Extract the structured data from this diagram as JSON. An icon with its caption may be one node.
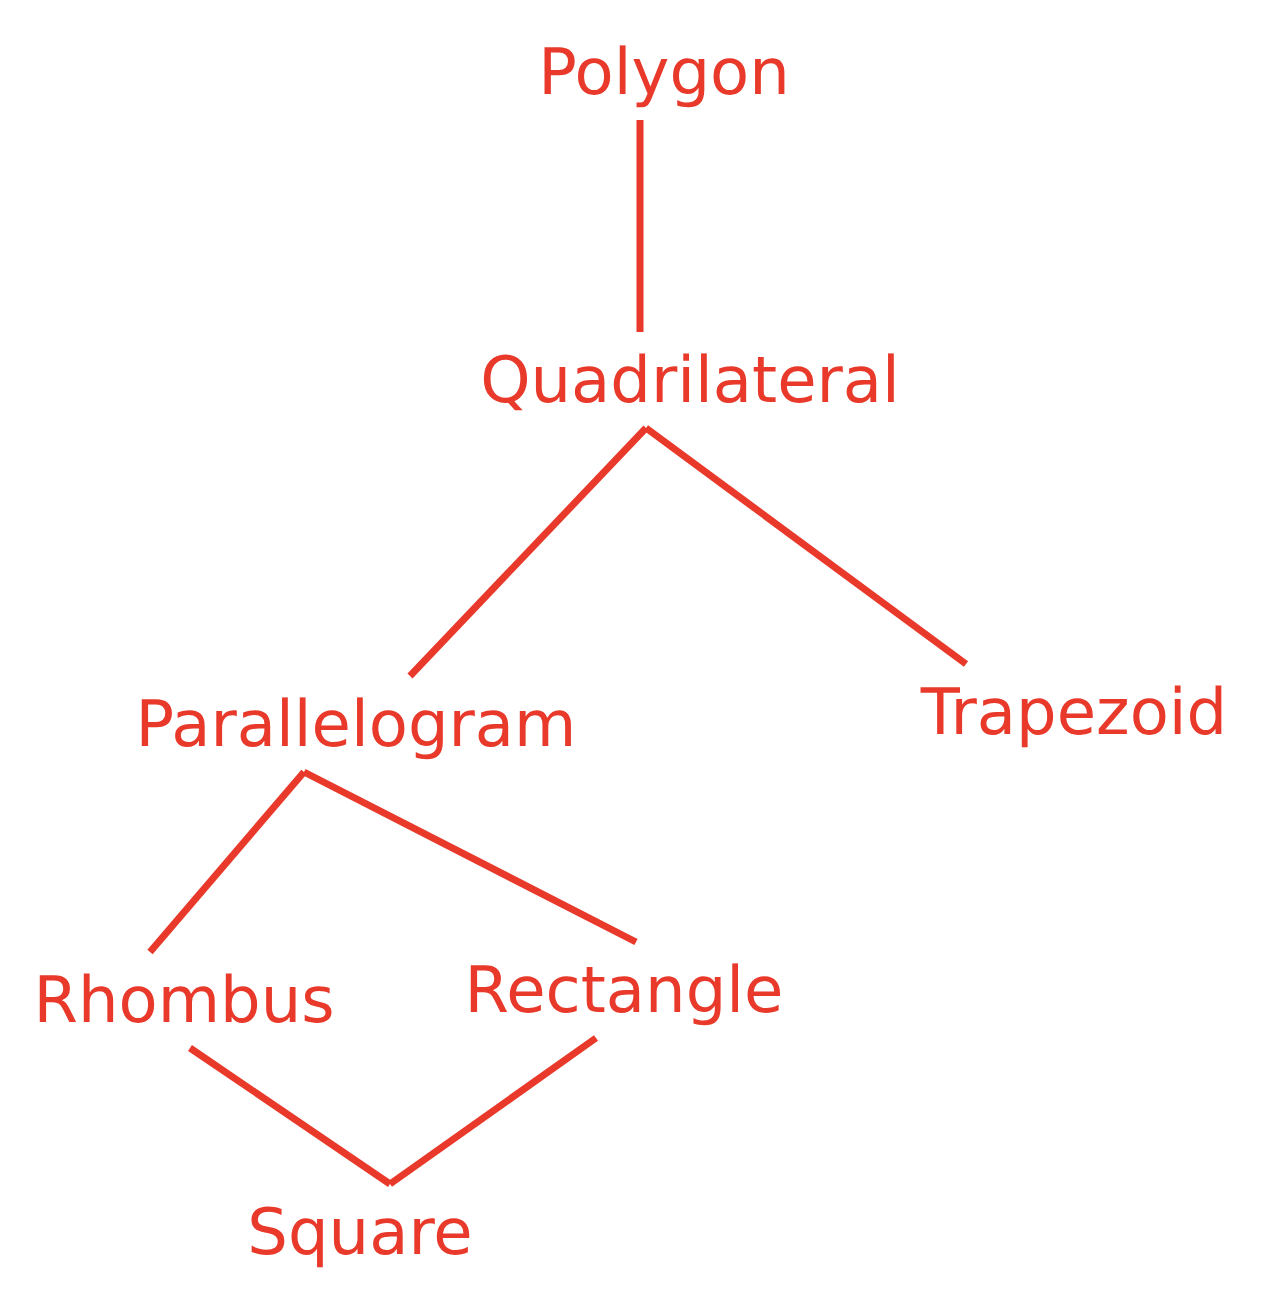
{
  "diagram": {
    "nodes": [
      {
        "text": [
          "Polygon"
        ]
      },
      {
        "text": [
          "Quadrilateral"
        ]
      },
      {
        "text": [
          "Parallelogram"
        ]
      },
      {
        "text": [
          "Trapezoid"
        ]
      },
      {
        "text": [
          "Rhombus"
        ]
      },
      {
        "text": [
          "Rectangle"
        ]
      },
      {
        "text": [
          "Square"
        ]
      }
    ],
    "edges": [
      {
        "from": 0,
        "to": 1,
        "arrow": "none"
      },
      {
        "from": 1,
        "to": 2,
        "arrow": "none"
      },
      {
        "from": 1,
        "to": 3,
        "arrow": "none"
      },
      {
        "from": 2,
        "to": 4,
        "arrow": "none"
      },
      {
        "from": 2,
        "to": 5,
        "arrow": "none"
      },
      {
        "from": 4,
        "to": 6,
        "arrow": "none"
      },
      {
        "from": 5,
        "to": 6,
        "arrow": "none"
      }
    ]
  }
}
